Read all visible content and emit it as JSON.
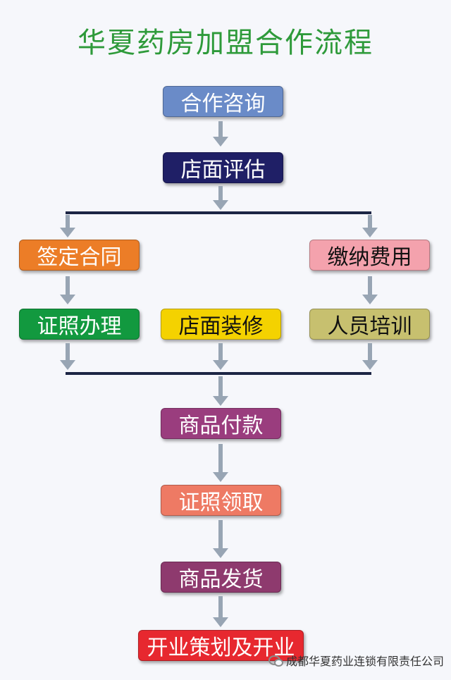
{
  "title": "华夏药房加盟合作流程",
  "steps": {
    "consult": "合作咨询",
    "assess": "店面评估",
    "contract": "签定合同",
    "payment": "缴纳费用",
    "license": "证照办理",
    "decorate": "店面装修",
    "training": "人员培训",
    "goods_payment": "商品付款",
    "license_pickup": "证照领取",
    "shipping": "商品发货",
    "opening": "开业策划及开业"
  },
  "colors": {
    "title": "#2e9a3a",
    "consult": "#6a8bc8",
    "assess": "#1f1f66",
    "contract": "#ec7d27",
    "payment": "#f4a2ad",
    "license": "#12993f",
    "decorate": "#f4d200",
    "training": "#c7c06f",
    "goods_payment": "#9a3d7e",
    "license_pickup": "#ee7a64",
    "shipping": "#8e3a6e",
    "opening": "#e7282f",
    "connector": "#1c2544",
    "arrow": "#98a5b4"
  },
  "footer": {
    "icon": "wechat-icon",
    "text": "成都华夏药业连锁有限责任公司"
  }
}
